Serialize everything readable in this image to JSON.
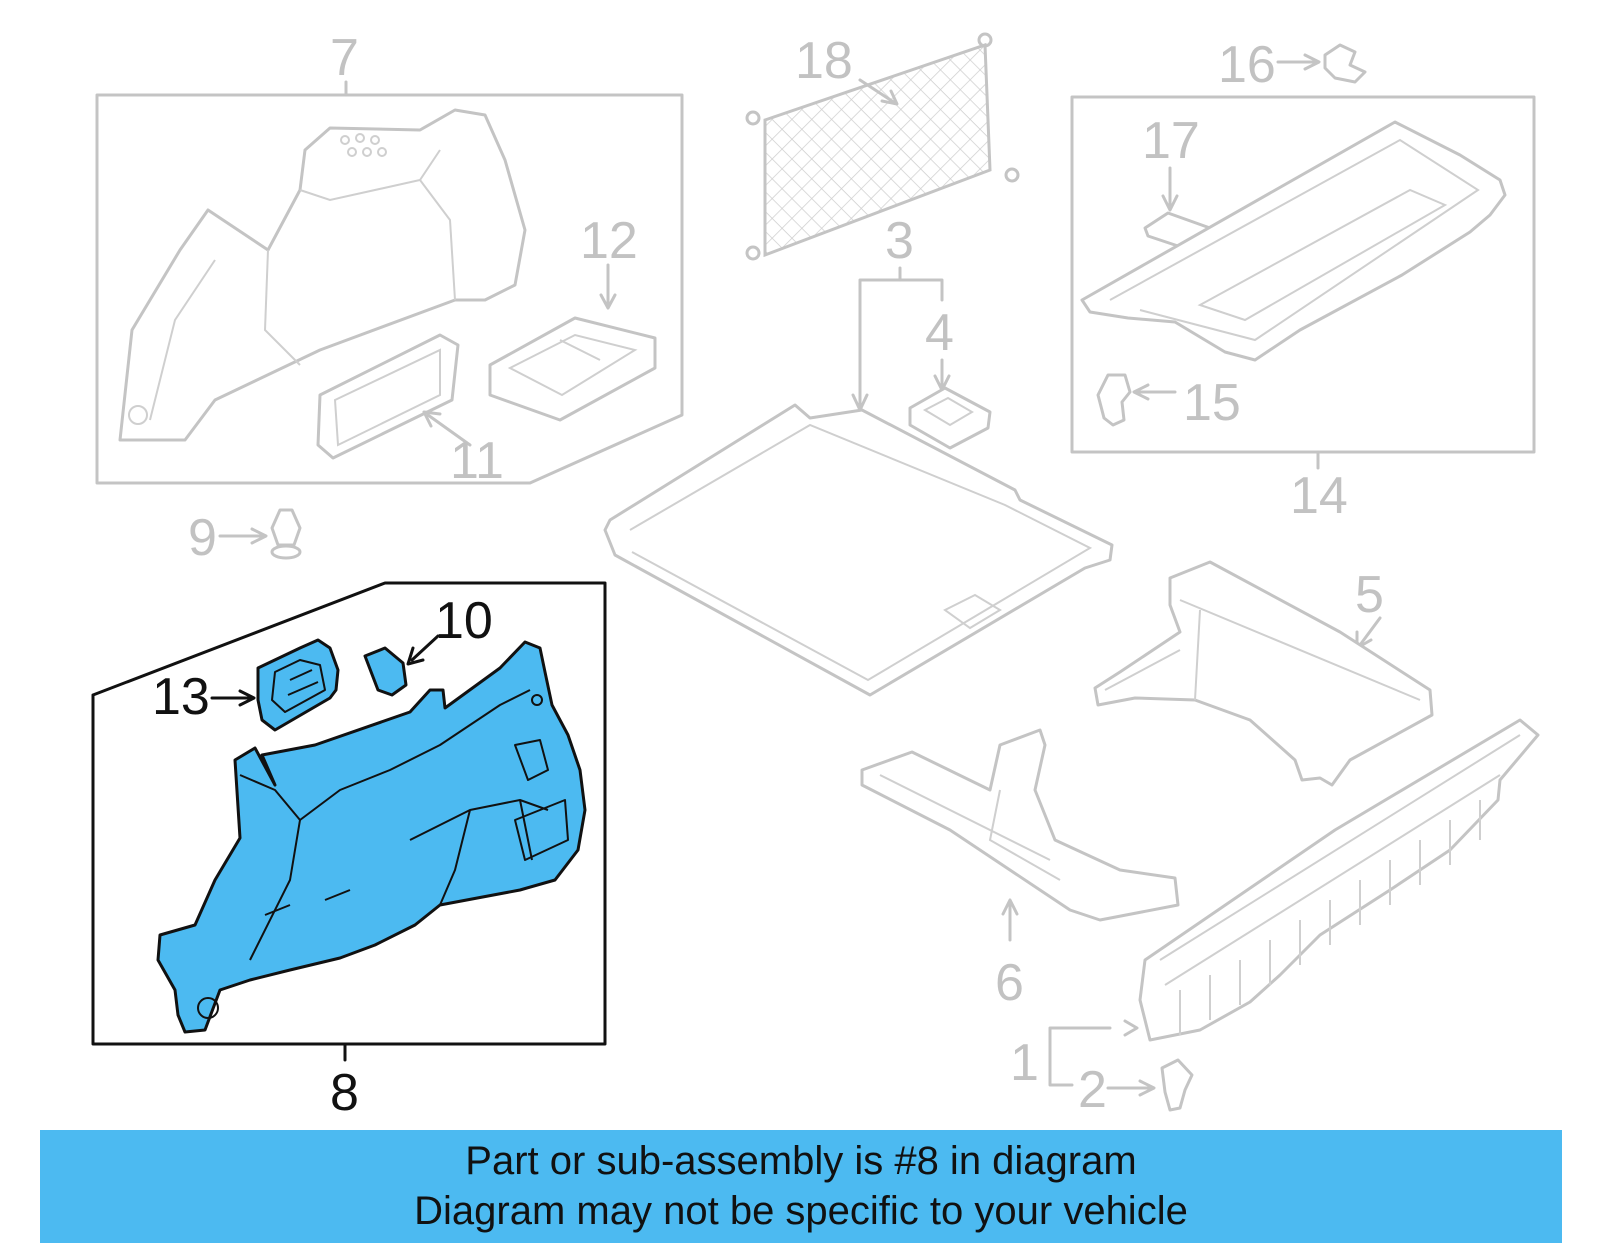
{
  "labels": {
    "l1": "1",
    "l2": "2",
    "l3": "3",
    "l4": "4",
    "l5": "5",
    "l6": "6",
    "l7": "7",
    "l8": "8",
    "l9": "9",
    "l10": "10",
    "l11": "11",
    "l12": "12",
    "l13": "13",
    "l14": "14",
    "l15": "15",
    "l16": "16",
    "l17": "17",
    "l18": "18"
  },
  "banner": {
    "line1": "Part or sub-assembly is #8 in diagram",
    "line2": "Diagram may not be specific to your vehicle"
  },
  "colors": {
    "highlight": "#4cbaf1",
    "outline_gray": "#c4c4c4",
    "outline_dark": "#111111"
  }
}
